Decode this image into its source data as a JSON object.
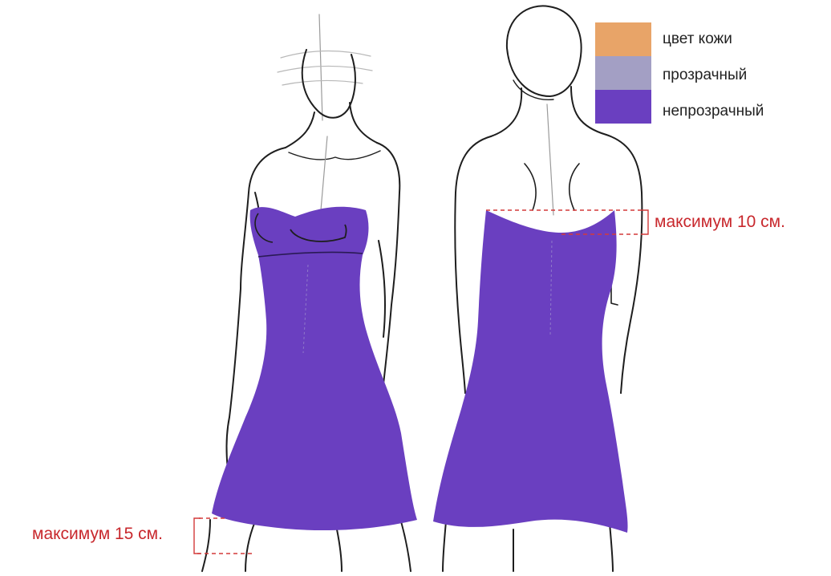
{
  "legend": {
    "items": [
      {
        "label": "цвет кожи",
        "color": "#e8a468"
      },
      {
        "label": "прозрачный",
        "color": "#a39fc4"
      },
      {
        "label": "непрозрачный",
        "color": "#6a3fc0"
      }
    ]
  },
  "annotations": {
    "front_hem": "максимум 15 см.",
    "back_neckline": "максимум 10 см."
  },
  "colors": {
    "fabric": "#6a3fc0",
    "outline": "#1e1e1e",
    "guide": "#b0b0b0",
    "measure": "#d33a3a",
    "measure_text": "#c8282d"
  }
}
